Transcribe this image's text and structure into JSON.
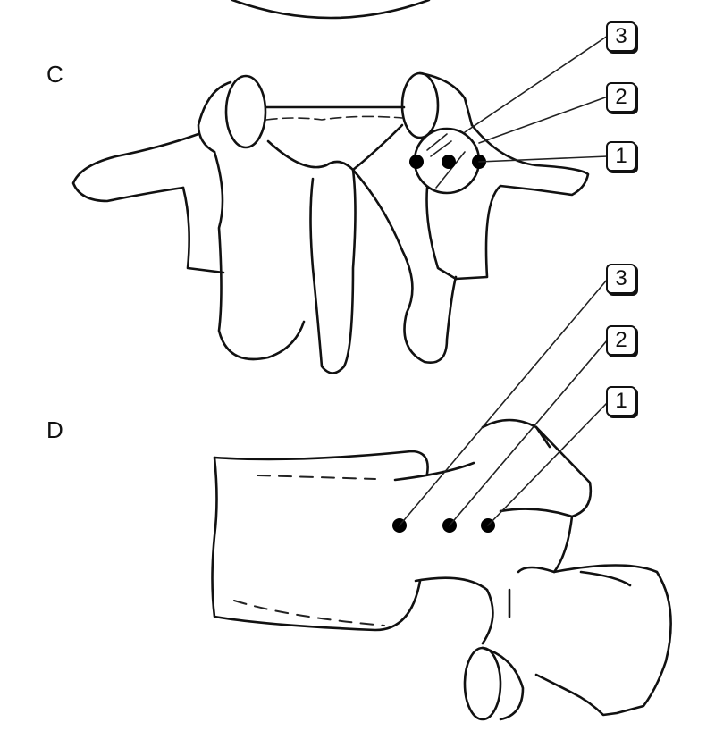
{
  "figure": {
    "panels": [
      {
        "id": "C",
        "label": "C",
        "view": "posterior view of vertebra",
        "callouts": [
          {
            "number": "3"
          },
          {
            "number": "2"
          },
          {
            "number": "1"
          }
        ],
        "markers": 3,
        "highlight": "circled facet region"
      },
      {
        "id": "D",
        "label": "D",
        "view": "lateral view of vertebra",
        "callouts": [
          {
            "number": "3"
          },
          {
            "number": "2"
          },
          {
            "number": "1"
          }
        ],
        "markers": 3
      }
    ],
    "colors": {
      "line": "#111111",
      "background": "#ffffff",
      "marker": "#000000"
    }
  }
}
